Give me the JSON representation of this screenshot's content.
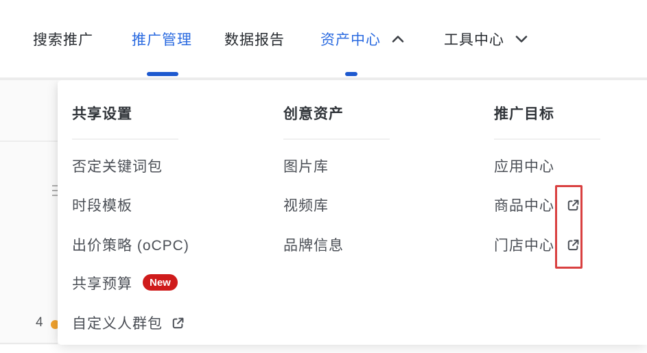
{
  "nav": {
    "items": [
      {
        "label": "搜索推广"
      },
      {
        "label": "推广管理"
      },
      {
        "label": "数据报告"
      },
      {
        "label": "资产中心"
      },
      {
        "label": "工具中心"
      }
    ],
    "active_color": "#2a6ae0",
    "underline_color": "#1d59cf"
  },
  "background": {
    "row_number": "4",
    "dot_color": "#f0a22e"
  },
  "dropdown": {
    "columns": [
      {
        "title": "共享设置",
        "items": [
          {
            "label": "否定关键词包"
          },
          {
            "label": "时段模板"
          },
          {
            "label": "出价策略 (oCPC)"
          },
          {
            "label": "共享预算",
            "badge": "New"
          },
          {
            "label": "自定义人群包",
            "external": true
          }
        ]
      },
      {
        "title": "创意资产",
        "items": [
          {
            "label": "图片库"
          },
          {
            "label": "视频库"
          },
          {
            "label": "品牌信息"
          }
        ]
      },
      {
        "title": "推广目标",
        "items": [
          {
            "label": "应用中心"
          },
          {
            "label": "商品中心",
            "external": true
          },
          {
            "label": "门店中心",
            "external": true
          }
        ]
      }
    ],
    "badge_color": "#cf1b1b",
    "annotation_color": "#d94040"
  }
}
